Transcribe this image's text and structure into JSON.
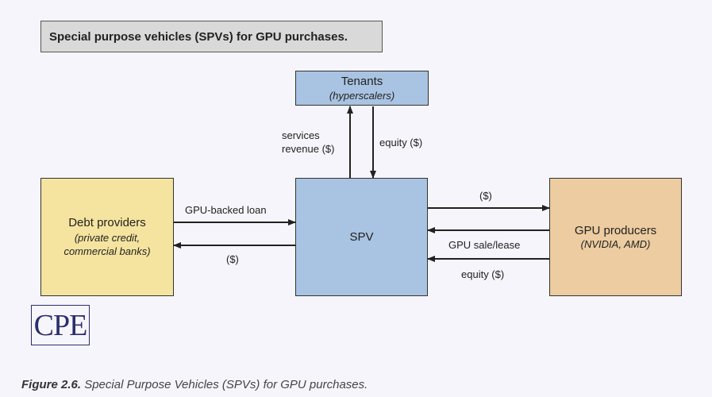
{
  "title": "Special purpose vehicles (SPVs) for GPU purchases.",
  "nodes": {
    "tenants": {
      "name": "Tenants",
      "sub": "(hyperscalers)"
    },
    "debt": {
      "name": "Debt providers",
      "sub_line1": "(private credit,",
      "sub_line2": "commercial banks)"
    },
    "spv": {
      "name": "SPV"
    },
    "gpu": {
      "name": "GPU producers",
      "sub": "(NVIDIA, AMD)"
    }
  },
  "edges": {
    "services_revenue_1": "services",
    "services_revenue_2": "revenue ($)",
    "equity_tenants": "equity ($)",
    "gpu_backed_loan": "GPU-backed loan",
    "loan_payment": "($)",
    "spv_to_gpu": "($)",
    "gpu_sale_lease": "GPU sale/lease",
    "equity_gpu": "equity ($)"
  },
  "logo": "CPE",
  "caption": {
    "label": "Figure 2.6.",
    "text": " Special Purpose Vehicles (SPVs) for GPU purchases."
  }
}
